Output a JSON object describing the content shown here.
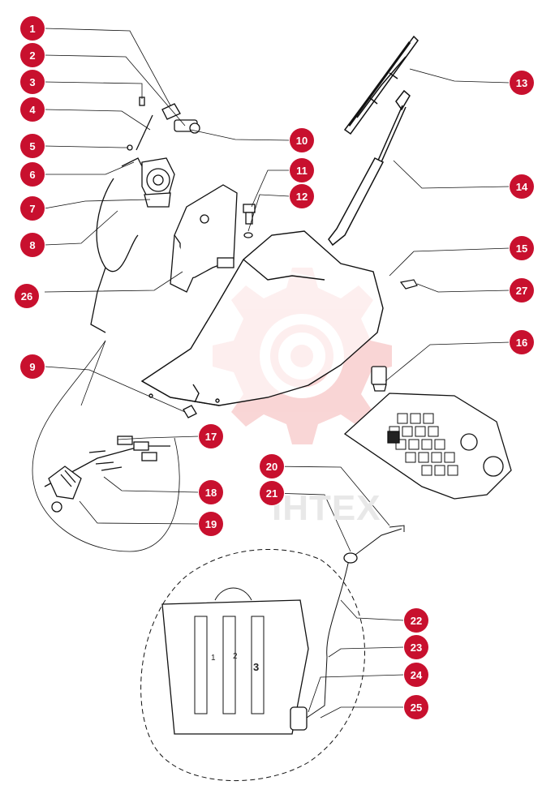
{
  "colors": {
    "callout": "#c8102e",
    "line": "#111111",
    "watermark": "#f6c9c9"
  },
  "callouts": [
    {
      "id": "1",
      "label": "1"
    },
    {
      "id": "2",
      "label": "2"
    },
    {
      "id": "3",
      "label": "3"
    },
    {
      "id": "4",
      "label": "4"
    },
    {
      "id": "5",
      "label": "5"
    },
    {
      "id": "6",
      "label": "6"
    },
    {
      "id": "7",
      "label": "7"
    },
    {
      "id": "8",
      "label": "8"
    },
    {
      "id": "9",
      "label": "9"
    },
    {
      "id": "10",
      "label": "10"
    },
    {
      "id": "11",
      "label": "11"
    },
    {
      "id": "12",
      "label": "12"
    },
    {
      "id": "13",
      "label": "13"
    },
    {
      "id": "14",
      "label": "14"
    },
    {
      "id": "15",
      "label": "15"
    },
    {
      "id": "16",
      "label": "16"
    },
    {
      "id": "17",
      "label": "17"
    },
    {
      "id": "18",
      "label": "18"
    },
    {
      "id": "19",
      "label": "19"
    },
    {
      "id": "20",
      "label": "20"
    },
    {
      "id": "21",
      "label": "21"
    },
    {
      "id": "22",
      "label": "22"
    },
    {
      "id": "23",
      "label": "23"
    },
    {
      "id": "24",
      "label": "24"
    },
    {
      "id": "25",
      "label": "25"
    },
    {
      "id": "26",
      "label": "26"
    },
    {
      "id": "27",
      "label": "27"
    }
  ],
  "panel_labels": {
    "p1": "1",
    "p2": "2",
    "p3": "3"
  },
  "watermark_text": "IHTEX"
}
